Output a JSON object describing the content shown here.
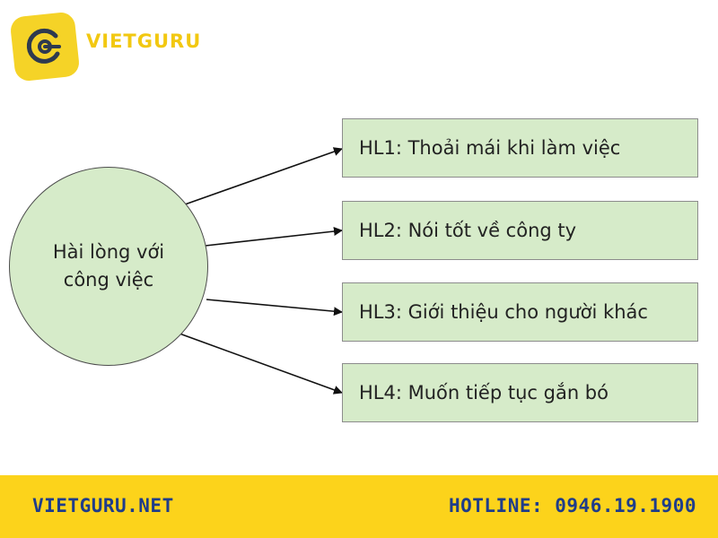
{
  "brand": {
    "name": "VIETGURU",
    "logo_icon": "vietguru-logo-icon",
    "logo_color": "#f5d327",
    "text_color": "#f2c811"
  },
  "diagram": {
    "center": {
      "label": "Hài lòng với công việc"
    },
    "items": [
      {
        "label": "HL1: Thoải mái khi làm việc"
      },
      {
        "label": "HL2: Nói tốt về công ty"
      },
      {
        "label": "HL3: Giới thiệu cho người khác"
      },
      {
        "label": "HL4: Muốn tiếp tục gắn bó"
      }
    ],
    "node_fill": "#d6ebc9",
    "arrow_color": "#111111"
  },
  "footer": {
    "website": "VIETGURU.NET",
    "hotline": "HOTLINE: 0946.19.1900",
    "background": "#fcd31b",
    "text_color": "#1f3d8a"
  }
}
